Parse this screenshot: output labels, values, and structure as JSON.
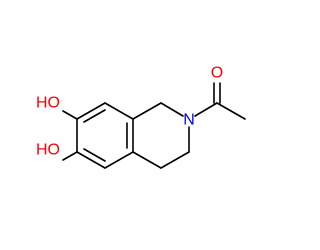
{
  "molecule": {
    "atoms": {
      "o_carbonyl": {
        "label": "O",
        "color": "#ff0000"
      },
      "n_ring": {
        "label": "N",
        "color": "#0000ff"
      },
      "oh_top": {
        "label": "HO",
        "color": "#ff0000"
      },
      "oh_bottom": {
        "label": "HO",
        "color": "#ff0000"
      }
    },
    "bond_color": "#000000"
  }
}
